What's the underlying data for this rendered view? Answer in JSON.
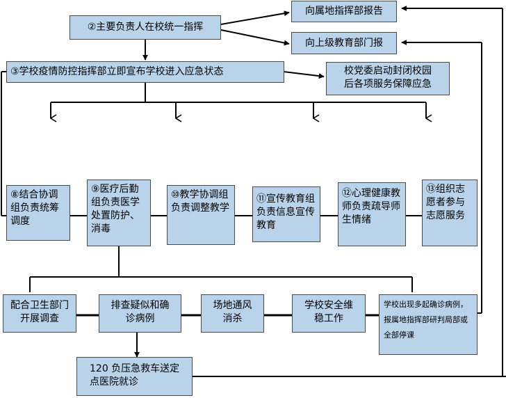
{
  "colors": {
    "box_fill": "#b9d3ea",
    "box_border": "#4a4a4a",
    "line": "#000000"
  },
  "nodes": {
    "leader": "②主要负责人在校统一指挥",
    "report_local": "向属地指挥部报告",
    "report_edu": "向上级教育部门报",
    "emergency": "③学校疫情防控指挥部立即宣布学校进入应急状态",
    "party_line1": "校党委启动封闭校园",
    "party_line2": "后各项服务保障应急",
    "g8": "⑧结合协调组负责统筹调度",
    "g9": "⑨医疗后勤组负责医学处置防护、消毒",
    "g10": "⑩教学协调组负责调整教学",
    "g11": "⑪宣传教育组负责信息宣传教育",
    "g12": "⑫心理健康教师负责疏导师生情绪",
    "g13": "⑬组织志愿者参与志愿服务",
    "health_dept": "配合卫生部门开展调查",
    "screening": "排查疑似和确诊病例",
    "ventilation": "场地通风消杀",
    "security": "学校安全维稳工作",
    "multi_cases": "学校出现多起确诊病例，报属地指挥部研判局部或全部停课",
    "ambulance": "120 负压急救车送定点医院就诊"
  }
}
